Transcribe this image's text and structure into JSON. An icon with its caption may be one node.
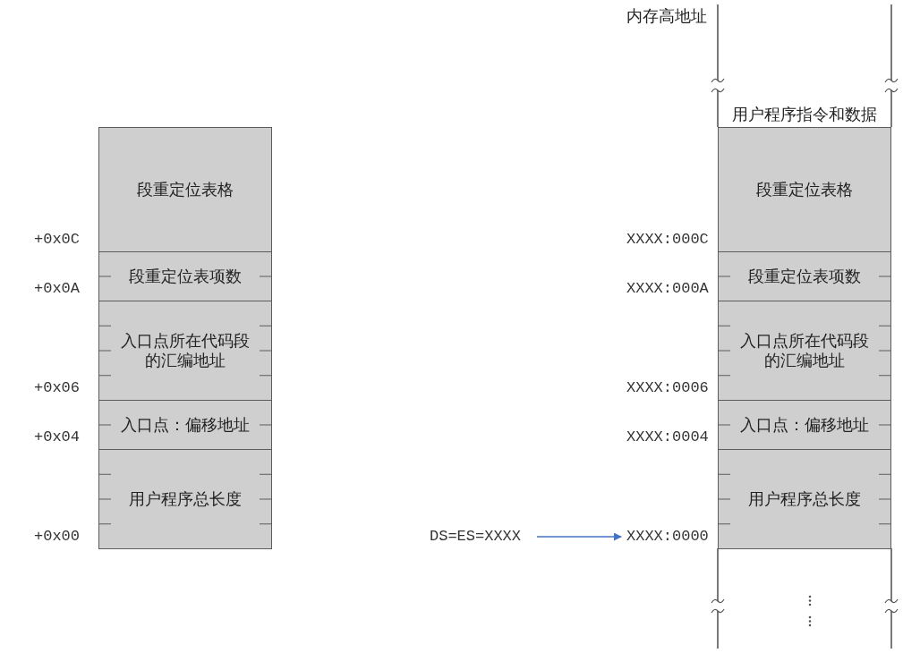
{
  "diagram": {
    "nodes": [
      {
        "text": [
          "段重定位表格"
        ]
      },
      {
        "text": [
          "段重定位表项数"
        ]
      },
      {
        "text": [
          "入口点所在代码段的汇编地址"
        ]
      },
      {
        "text": [
          "入口点：偏移地址"
        ]
      },
      {
        "text": [
          "用户程序总长度"
        ]
      },
      {
        "text": [
          "段重定位表格"
        ]
      },
      {
        "text": [
          "段重定位表项数"
        ]
      },
      {
        "text": [
          "入口点所在代码段的汇编地址"
        ]
      },
      {
        "text": [
          "入口点：偏移地址"
        ]
      },
      {
        "text": [
          "用户程序总长度"
        ]
      },
      {
        "text": [
          "DS=ES=XXXX"
        ]
      },
      {
        "text": [
          "XXXX:0000"
        ]
      }
    ],
    "edges": [
      {
        "from": 10,
        "to": 11,
        "arrow": "to",
        "color": "#4472c4"
      }
    ],
    "labels": [
      "内存高地址",
      "用户程序指令和数据",
      "+0x0C",
      "XXXX:000C",
      "+0x0A",
      "XXXX:000A",
      "+0x06",
      "XXXX:0006",
      "+0x04",
      "XXXX:0004",
      "+0x00"
    ]
  }
}
